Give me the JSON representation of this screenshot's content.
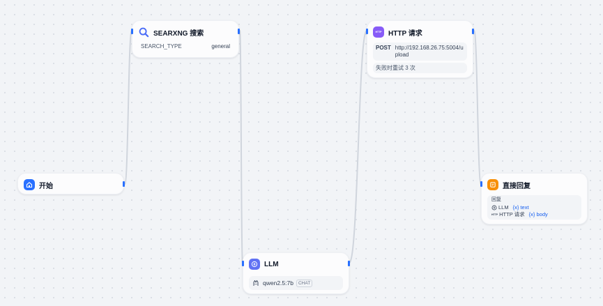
{
  "colors": {
    "canvas_bg": "#f2f4f7",
    "edge": "#d0d5dd",
    "handle": "#2970ff",
    "start_icon_bg": "#2970ff",
    "llm_icon_bg": "#6172f3",
    "http_icon_bg": "#875bf7",
    "answer_icon_bg": "#f79009",
    "variable_text": "#155eef"
  },
  "nodes": {
    "start": {
      "title": "开始",
      "icon": "home-icon"
    },
    "searxng": {
      "title": "SEARXNG 搜索",
      "icon": "search-icon",
      "param_name": "SEARCH_TYPE",
      "param_value": "general"
    },
    "llm": {
      "title": "LLM",
      "icon": "llm-icon",
      "model_icon": "model-icon",
      "model_name": "qwen2.5:7b",
      "model_mode": "CHAT"
    },
    "http": {
      "title": "HTTP 请求",
      "icon": "http-icon",
      "icon_label": "HTTP",
      "method": "POST",
      "url": "http://192.168.26.75:5004/upload",
      "url_line1": "http://192.168.26.75:5004/u",
      "url_line2": "pload",
      "retry": "失败时重试 3 次"
    },
    "answer": {
      "title": "直接回复",
      "icon": "reply-icon",
      "label": "回复",
      "ref1_node": "LLM",
      "ref1_var": "{x} text",
      "ref2_prefix": "HTTP",
      "ref2_node": "HTTP 请求",
      "ref2_var": "{x} body"
    }
  }
}
